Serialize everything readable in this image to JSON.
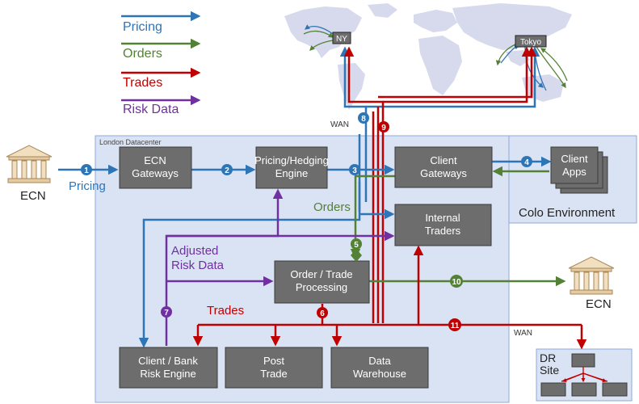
{
  "colors": {
    "pricing": "#2e75b6",
    "orders": "#538135",
    "trades": "#c00000",
    "risk": "#7030a0",
    "box_fill": "#6d6d6d",
    "region_fill": "#dae3f3"
  },
  "legend": {
    "pricing": "Pricing",
    "orders": "Orders",
    "trades": "Trades",
    "risk": "Risk Data"
  },
  "map": {
    "ny": "NY",
    "tokyo": "Tokyo",
    "wan_top": "WAN"
  },
  "regions": {
    "london": "London Datacenter",
    "colo": "Colo Environment",
    "dr": "DR\nSite"
  },
  "boxes": {
    "ecn_gateways": "ECN\nGateways",
    "pricing_engine": "Pricing/Hedging\nEngine",
    "client_gateways": "Client\nGateways",
    "client_apps": "Client\nApps",
    "internal_traders": "Internal\nTraders",
    "order_processing": "Order / Trade\nProcessing",
    "risk_engine": "Client / Bank\nRisk Engine",
    "post_trade": "Post\nTrade",
    "data_warehouse": "Data\nWarehouse"
  },
  "labels": {
    "ecn_left": "ECN",
    "ecn_right": "ECN",
    "pricing_flow": "Pricing",
    "orders_flow": "Orders",
    "adjusted_risk": "Adjusted\nRisk Data",
    "trades_flow": "Trades",
    "wan_bottom": "WAN"
  },
  "markers": {
    "m1": "1",
    "m2": "2",
    "m3": "3",
    "m4": "4",
    "m5": "5",
    "m6": "6",
    "m7": "7",
    "m8": "8",
    "m9": "9",
    "m10": "10",
    "m11": "11"
  }
}
